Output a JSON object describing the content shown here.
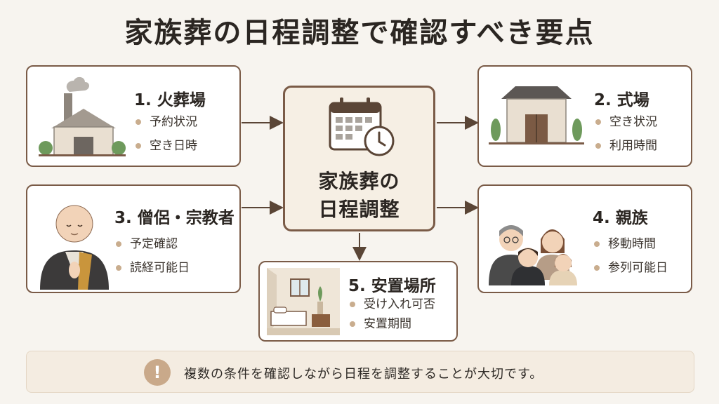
{
  "title": "家族葬の日程調整で確認すべき要点",
  "center": {
    "line1": "家族葬の",
    "line2": "日程調整"
  },
  "cards": {
    "crematorium": {
      "title": "1. 火葬場",
      "items": [
        "予約状況",
        "空き日時"
      ]
    },
    "venue": {
      "title": "2. 式場",
      "items": [
        "空き状況",
        "利用時間"
      ]
    },
    "priest": {
      "title": "3. 僧侶・宗教者",
      "items": [
        "予定確認",
        "読経可能日"
      ]
    },
    "relatives": {
      "title": "4. 親族",
      "items": [
        "移動時間",
        "参列可能日"
      ]
    },
    "resting": {
      "title": "5. 安置場所",
      "items": [
        "受け入れ可否",
        "安置期間"
      ]
    }
  },
  "note": {
    "icon": "!",
    "text": "複数の条件を確認しながら日程を調整することが大切です。"
  },
  "colors": {
    "border": "#7a5b47",
    "accent": "#c9ad8e",
    "background": "#f7f4ef",
    "note_background": "#f4ece1"
  }
}
